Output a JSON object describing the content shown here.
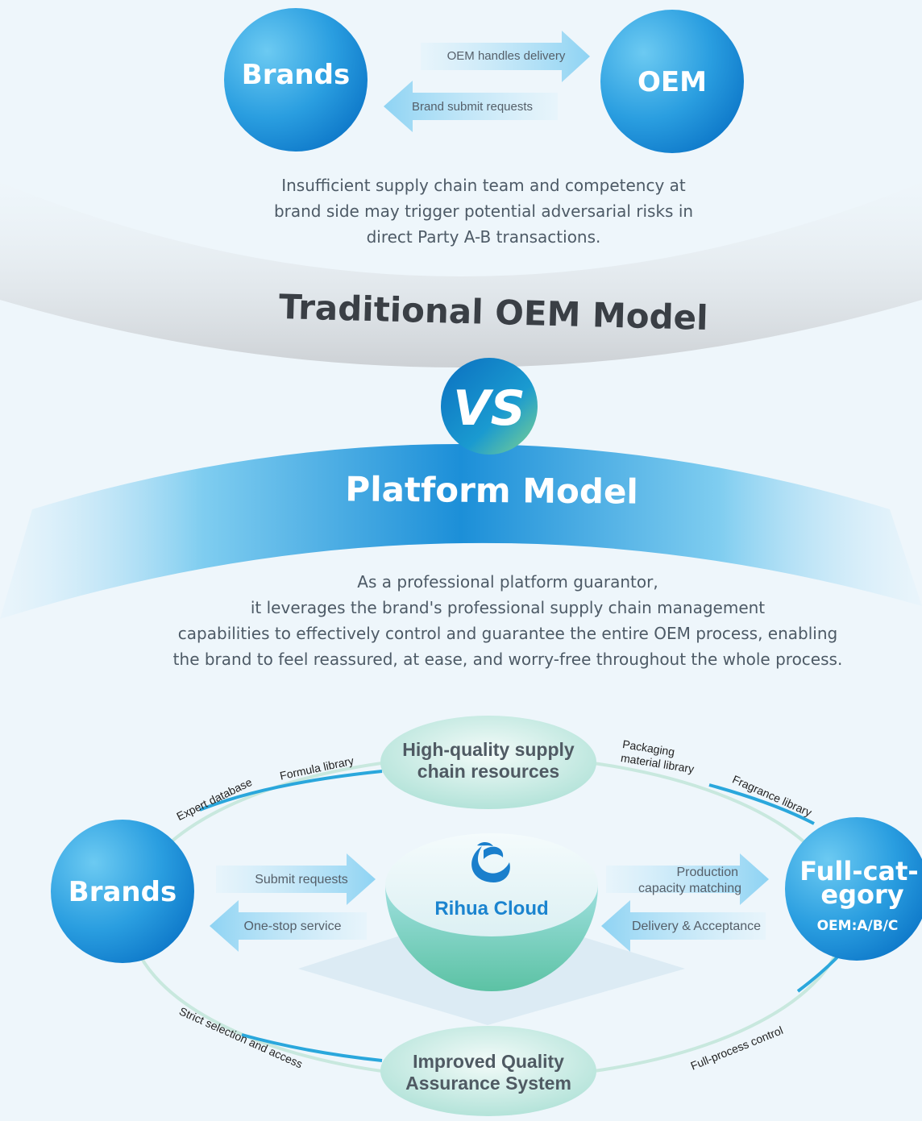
{
  "top": {
    "left_node": "Brands",
    "right_node": "OEM",
    "arrow_right_label": "OEM handles delivery",
    "arrow_left_label": "Brand submit requests",
    "description_lines": [
      "Insufficient supply chain team and competency at",
      "brand side may trigger potential adversarial risks in",
      "direct Party A-B transactions."
    ]
  },
  "traditional_title": "Traditional OEM Model",
  "vs_label": "VS",
  "platform_title": "Platform Model",
  "platform_description_lines": [
    "As a professional platform guarantor,",
    "it leverages the brand's professional supply chain management",
    "capabilities to effectively control and guarantee the entire OEM process, enabling",
    "the brand to feel reassured, at ease, and worry-free throughout the whole process."
  ],
  "diagram": {
    "top_node_lines": [
      "High-quality supply",
      "chain resources"
    ],
    "bottom_node_lines": [
      "Improved Quality",
      "Assurance System"
    ],
    "left_node": "Brands",
    "right_node_lines": [
      "Full-cat-",
      "egory"
    ],
    "right_node_sub": "OEM:A/B/C",
    "center_label": "Rihua Cloud",
    "arrow_submit_requests": "Submit requests",
    "arrow_one_stop": "One-stop service",
    "arrow_production_lines": [
      "Production",
      "capacity matching"
    ],
    "arrow_delivery": "Delivery & Acceptance",
    "ring_expert_database": "Expert database",
    "ring_formula_library": "Formula library",
    "ring_packaging_lines": [
      "Packaging",
      "material library"
    ],
    "ring_fragrance_library": "Fragrance library",
    "ring_strict_selection": "Strict selection and access",
    "ring_full_process": "Full-process control"
  },
  "colors": {
    "blue_dark": "#0a7fd0",
    "blue_light": "#5ec2ee",
    "teal": "#6fcfb3",
    "gray_band": "#d2d6da",
    "text_gray": "#4d5a66",
    "title_dark": "#3a3f45"
  }
}
